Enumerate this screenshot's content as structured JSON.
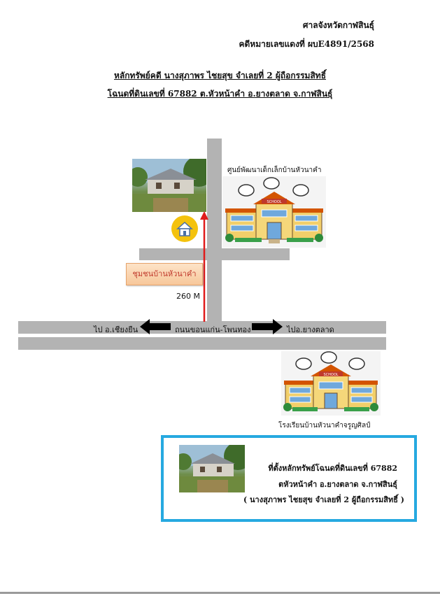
{
  "header": {
    "court": "ศาลจังหวัดกาฬสินธุ์",
    "case_no": "คดีหมายเลขแดงที่ ผบE4891/2568"
  },
  "title": {
    "line1": "หลักทรัพย์คดี นางสุภาพร  ไชยสุข จำเลยที่ 2 ผู้ถือกรรมสิทธิ์",
    "line2": "โฉนดที่ดินเลขที่ 67882 ต.หัวหน้าคำ อ.ยางตลาด จ.กาฬสินธุ์"
  },
  "map": {
    "childcare_center": "ศูนย์พัฒนาเด็กเล็กบ้านหัวนาคำ",
    "community_label": "ชุมชนบ้านหัวนาคำ",
    "distance": "260 M",
    "road_name": "ถนนขอนแก่น-โพนทอง",
    "to_left": "ไป อ.เชียงยืน",
    "to_right": "ไปอ.ยางตลาด",
    "school": "โรงเรียนบ้านหัวนาคำจรูญศิลป์",
    "school_sign": "SCHOOL"
  },
  "info_box": {
    "line1": "ที่ตั้งหลักทรัพย์โฉนดที่ดินเลขที่ 67882",
    "line2": "ตหัวหน้าคำ อ.ยางตลาด จ.กาฬสินธุ์",
    "line3": "( นางสุภาพร  ไชยสุข จำเลยที่ 2 ผู้ถือกรรมสิทธิ์ )"
  },
  "colors": {
    "road": "#b3b3b3",
    "route_arrow": "#e01b1b",
    "info_border": "#26a9e0",
    "marker": "#f4c20d"
  }
}
